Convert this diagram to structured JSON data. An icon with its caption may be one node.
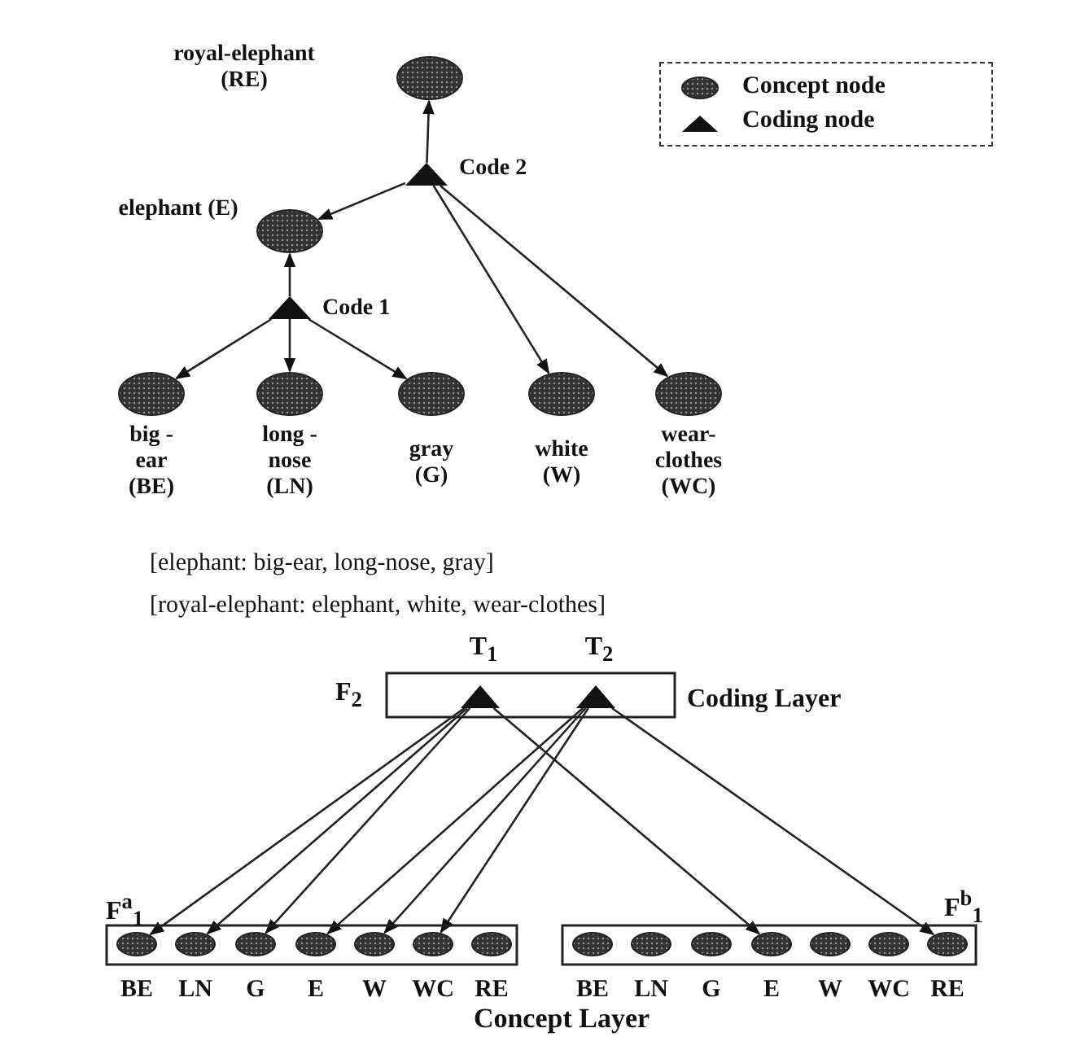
{
  "diagram": {
    "nodes": [
      {
        "text": [],
        "shape": "circle",
        "beside": [
          "royal-elephant (RE)"
        ]
      },
      {
        "text": [],
        "shape": "triangle",
        "beside": [
          "Code 2"
        ]
      },
      {
        "text": [],
        "shape": "circle",
        "beside": [
          "elephant (E)"
        ]
      },
      {
        "text": [],
        "shape": "triangle",
        "beside": [
          "Code 1"
        ]
      },
      {
        "text": [],
        "shape": "circle",
        "beside": [
          "big -ear (BE)"
        ]
      },
      {
        "text": [],
        "shape": "circle",
        "beside": [
          "long -nose (LN)"
        ]
      },
      {
        "text": [],
        "shape": "circle",
        "beside": [
          "gray (G)"
        ]
      },
      {
        "text": [],
        "shape": "circle",
        "beside": [
          "white (W)"
        ]
      },
      {
        "text": [],
        "shape": "circle",
        "beside": [
          "wear- clothes (WC)"
        ]
      },
      {
        "text": [],
        "shape": "box",
        "beside": [
          "F$_{2}$",
          "Coding Layer"
        ]
      },
      {
        "text": [],
        "shape": "triangle",
        "in": 9,
        "beside": [
          "T$_{1}$"
        ]
      },
      {
        "text": [],
        "shape": "triangle",
        "in": 9,
        "beside": [
          "T$_{2}$"
        ]
      },
      {
        "text": [],
        "shape": "box",
        "beside": [
          "F$^{a}$$_{1}$"
        ]
      },
      {
        "text": [],
        "shape": "circle",
        "in": 12,
        "beside": [
          "BE"
        ]
      },
      {
        "text": [],
        "shape": "circle",
        "in": 12,
        "beside": [
          "LN"
        ]
      },
      {
        "text": [],
        "shape": "circle",
        "in": 12,
        "beside": [
          "G"
        ]
      },
      {
        "text": [],
        "shape": "circle",
        "in": 12,
        "beside": [
          "E"
        ]
      },
      {
        "text": [],
        "shape": "circle",
        "in": 12,
        "beside": [
          "W"
        ]
      },
      {
        "text": [],
        "shape": "circle",
        "in": 12,
        "beside": [
          "WC"
        ]
      },
      {
        "text": [],
        "shape": "circle",
        "in": 12,
        "beside": [
          "RE"
        ]
      },
      {
        "text": [],
        "shape": "box",
        "beside": [
          "F$^{b}$$_{1}$"
        ]
      },
      {
        "text": [],
        "shape": "circle",
        "in": 20,
        "beside": [
          "BE"
        ]
      },
      {
        "text": [],
        "shape": "circle",
        "in": 20,
        "beside": [
          "LN"
        ]
      },
      {
        "text": [],
        "shape": "circle",
        "in": 20,
        "beside": [
          "G"
        ]
      },
      {
        "text": [],
        "shape": "circle",
        "in": 20,
        "beside": [
          "E"
        ]
      },
      {
        "text": [],
        "shape": "circle",
        "in": 20,
        "beside": [
          "W"
        ]
      },
      {
        "text": [],
        "shape": "circle",
        "in": 20,
        "beside": [
          "WC"
        ]
      },
      {
        "text": [],
        "shape": "circle",
        "in": 20,
        "beside": [
          "RE"
        ]
      }
    ],
    "edges": [
      {
        "from": 1,
        "to": 0,
        "arrow": "to"
      },
      {
        "from": 1,
        "to": 2,
        "arrow": "to"
      },
      {
        "from": 1,
        "to": 7,
        "arrow": "to"
      },
      {
        "from": 1,
        "to": 8,
        "arrow": "to"
      },
      {
        "from": 3,
        "to": 2,
        "arrow": "to"
      },
      {
        "from": 3,
        "to": 4,
        "arrow": "to"
      },
      {
        "from": 3,
        "to": 5,
        "arrow": "to"
      },
      {
        "from": 3,
        "to": 6,
        "arrow": "to"
      },
      {
        "from": 10,
        "to": 13,
        "arrow": "to"
      },
      {
        "from": 10,
        "to": 14,
        "arrow": "to"
      },
      {
        "from": 10,
        "to": 15,
        "arrow": "to"
      },
      {
        "from": 10,
        "to": 24,
        "arrow": "to"
      },
      {
        "from": 11,
        "to": 16,
        "arrow": "to"
      },
      {
        "from": 11,
        "to": 17,
        "arrow": "to"
      },
      {
        "from": 11,
        "to": 18,
        "arrow": "to"
      },
      {
        "from": 11,
        "to": 27,
        "arrow": "to"
      }
    ],
    "labels": [
      "[elephant: big-ear, long-nose, gray]",
      "[royal-elephant: elephant, white, wear-clothes]",
      "Concept Layer"
    ],
    "legend": [
      {
        "text": "Concept node"
      },
      {
        "text": "Coding node"
      }
    ]
  }
}
